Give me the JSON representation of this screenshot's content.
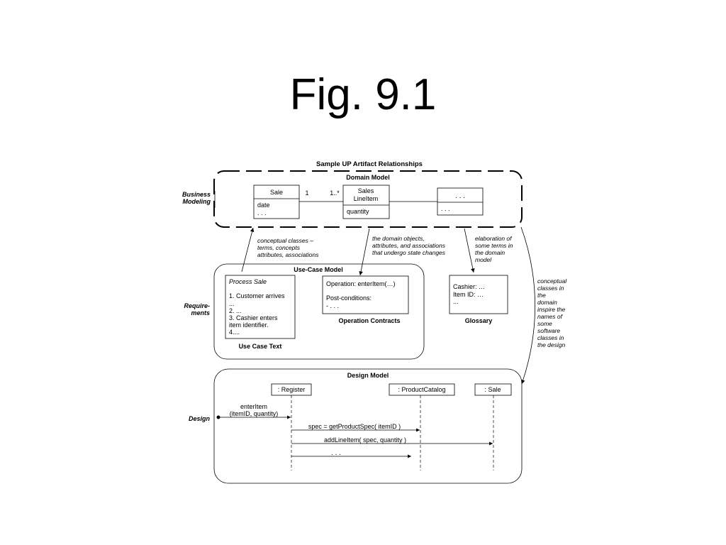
{
  "slide": {
    "title": "Fig. 9.1"
  },
  "diagram": {
    "title": "Sample UP Artifact Relationships",
    "domain_model": {
      "title": "Domain Model",
      "sale": {
        "name": "Sale",
        "attr1": "date",
        "attr2": ". . ."
      },
      "assoc": {
        "mult_left": "1",
        "mult_right": "1..*"
      },
      "sales_line_item": {
        "name1": "Sales",
        "name2": "LineItem",
        "attr": "quantity"
      },
      "other_class": {
        "name": ". . .",
        "attr": ". . ."
      }
    },
    "notes": {
      "conceptual": [
        "conceptual classes –",
        "terms, concepts",
        "attributes, associations"
      ],
      "domain_objects": [
        "the domain objects,",
        "attributes, and associations",
        "that undergo state changes"
      ],
      "elaboration": [
        "elaboration of",
        "some terms in",
        "the domain",
        "model"
      ],
      "inspire": [
        "conceptual",
        "classes in",
        "the",
        "domain",
        "inspire the",
        "names of",
        "some",
        "software",
        "classes in",
        "the design"
      ]
    },
    "use_case_model": {
      "title": "Use-Case Model",
      "use_case_text": {
        "heading": "Process Sale",
        "lines": [
          "1. Customer arrives",
          "...",
          "2. ...",
          "3. Cashier enters",
          "item identifier.",
          "4...."
        ],
        "caption": "Use Case Text"
      },
      "contracts": {
        "operation": "Operation: enterItem(…)",
        "post": "Post-conditions:",
        "bullet": "- . . .",
        "caption": "Operation Contracts"
      },
      "glossary": {
        "lines": [
          "Cashier: …",
          "Item ID: …",
          "..."
        ],
        "caption": "Glossary"
      }
    },
    "design_model": {
      "title": "Design Model",
      "register": ": Register",
      "catalog": ": ProductCatalog",
      "sale": ": Sale",
      "msg_enter1": "enterItem",
      "msg_enter2": "(itemID, quantity)",
      "msg_spec": "spec = getProductSpec( itemID )",
      "msg_add": "addLineItem( spec, quantity )",
      "msg_more": ". . ."
    },
    "swimlanes": {
      "business1": "Business",
      "business2": "Modeling",
      "req1": "Require-",
      "req2": "ments",
      "design": "Design"
    }
  }
}
